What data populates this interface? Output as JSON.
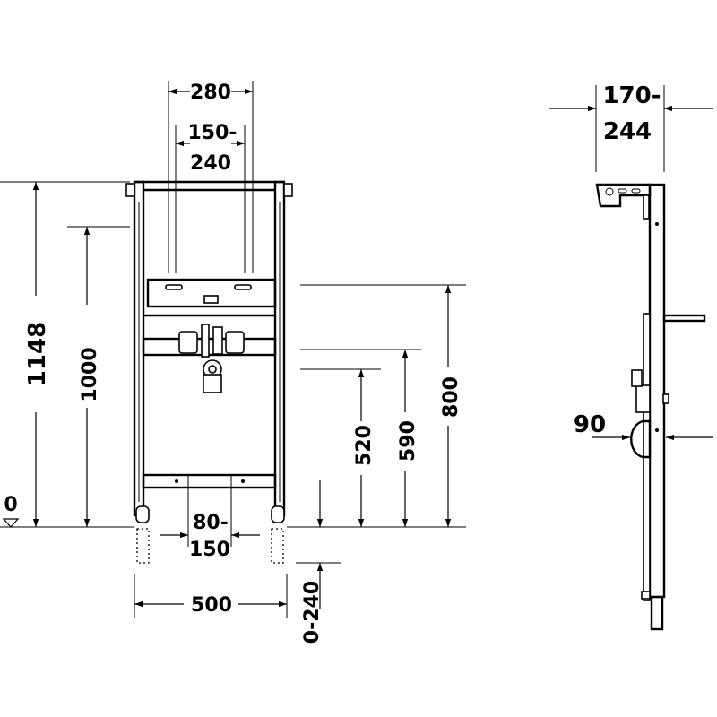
{
  "front_view": {
    "dims": {
      "top_width": "280",
      "valve_spacing_line1": "150-",
      "valve_spacing_line2": "240",
      "overall_height": "1148",
      "frame_height": "1000",
      "zero_mark": "0",
      "drain_height": "520",
      "supply_height": "590",
      "bracket_height": "800",
      "foot_spacing_line1": "80-",
      "foot_spacing_line2": "150",
      "overall_width": "500",
      "foot_extension": "0-240"
    }
  },
  "side_view": {
    "dims": {
      "depth_line1": "170-",
      "depth_line2": "244",
      "waste_offset": "90"
    }
  }
}
